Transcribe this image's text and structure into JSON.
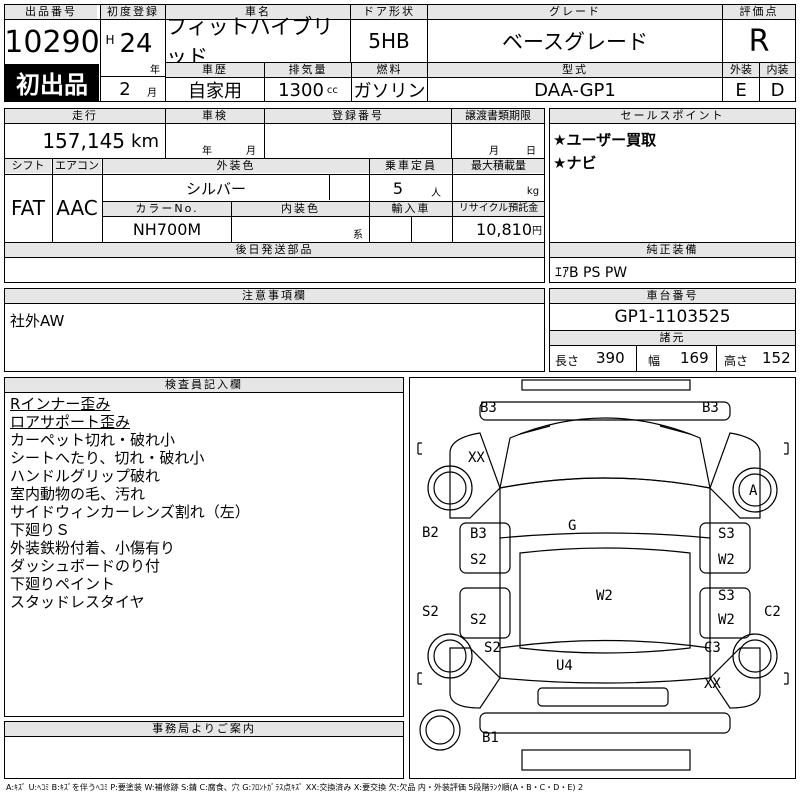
{
  "header": {
    "lot_label": "出品番号",
    "lot_no": "10290",
    "first_reg_label": "初度登録",
    "era": "H",
    "year": "24",
    "year_suffix": "年",
    "month": "2",
    "month_suffix": "月",
    "name_label": "車名",
    "car_name": "フィットハイブリッド",
    "door_label": "ドア形状",
    "door": "5HB",
    "grade_label": "グレード",
    "grade": "ベースグレード",
    "score_label": "評価点",
    "score": "R",
    "first_badge": "初出品",
    "history_label": "車歴",
    "history": "自家用",
    "disp_label": "排気量",
    "disp": "1300",
    "disp_unit": "cc",
    "fuel_label": "燃料",
    "fuel": "ガソリン",
    "model_label": "型式",
    "model": "DAA-GP1",
    "ext_label": "外装",
    "ext": "E",
    "int_label": "内装",
    "int": "D"
  },
  "row2": {
    "mileage_label": "走行",
    "mileage": "157,145",
    "mileage_unit": "km",
    "inspection_label": "車検",
    "insp_year": "年",
    "insp_month": "月",
    "reg_label": "登録番号",
    "transfer_label": "譲渡書類期限",
    "transfer_month": "月",
    "transfer_day": "日",
    "shift_label": "シフト",
    "shift": "FAT",
    "ac_label": "エアコン",
    "ac": "AAC",
    "color_label": "外装色",
    "color": "シルバー",
    "capacity_label": "乗車定員",
    "capacity": "5",
    "capacity_unit": "人",
    "load_label": "最大積載量",
    "load_unit": "kg",
    "colorno_label": "カラーNo.",
    "color_no": "NH700M",
    "intcolor_label": "内装色",
    "intcolor_unit": "系",
    "import_label": "輸入車",
    "recycle_label": "リサイクル預託金",
    "recycle": "10,810",
    "recycle_unit": "円",
    "parts_label": "後日発送部品",
    "sales_label": "セールスポイント",
    "sales_points": [
      "★ユーザー買取",
      "★ナビ"
    ],
    "equip_label": "純正装備",
    "equip": "ｴｱB PS PW"
  },
  "notice": {
    "label": "注意事項欄",
    "text": "社外AW"
  },
  "chassis": {
    "label": "車台番号",
    "number": "GP1-1103525",
    "dims_label": "諸元",
    "len_label": "長さ",
    "len": "390",
    "wid_label": "幅",
    "wid": "169",
    "hgt_label": "高さ",
    "hgt": "152"
  },
  "inspector": {
    "label": "検査員記入欄",
    "lines": [
      "Rインナー歪み",
      "ロアサポート歪み",
      "カーペット切れ・破れ小",
      "シートへたり、切れ・破れ小",
      "ハンドルグリップ破れ",
      "室内動物の毛、汚れ",
      "サイドウィンカーレンズ割れ（左）",
      "下廻りＳ",
      "外装鉄粉付着、小傷有り",
      "ダッシュボードのり付",
      "下廻りペイント",
      "スタッドレスタイヤ"
    ]
  },
  "office": {
    "label": "事務局よりご案内"
  },
  "diagram": {
    "marks": [
      "B3",
      "B3",
      "XX",
      "A",
      "G",
      "B2",
      "B3",
      "S2",
      "S3",
      "W2",
      "W2",
      "S2",
      "S2",
      "S3",
      "W2",
      "C2",
      "S2",
      "C3",
      "U4",
      "XX",
      "B1"
    ]
  },
  "legend": "A:ｷｽﾞ U:ﾍｺﾐ B:ｷｽﾞを伴うﾍｺﾐ P:要塗装 W:補修跡 S:錆 C:腐食、穴 G:ﾌﾛﾝﾄｶﾞﾗｽ点ｷｽﾞ XX:交換済み X:要交換 欠:欠品 内・外装評価 5段階ﾗﾝｸ順(A・B・C・D・E) 2"
}
